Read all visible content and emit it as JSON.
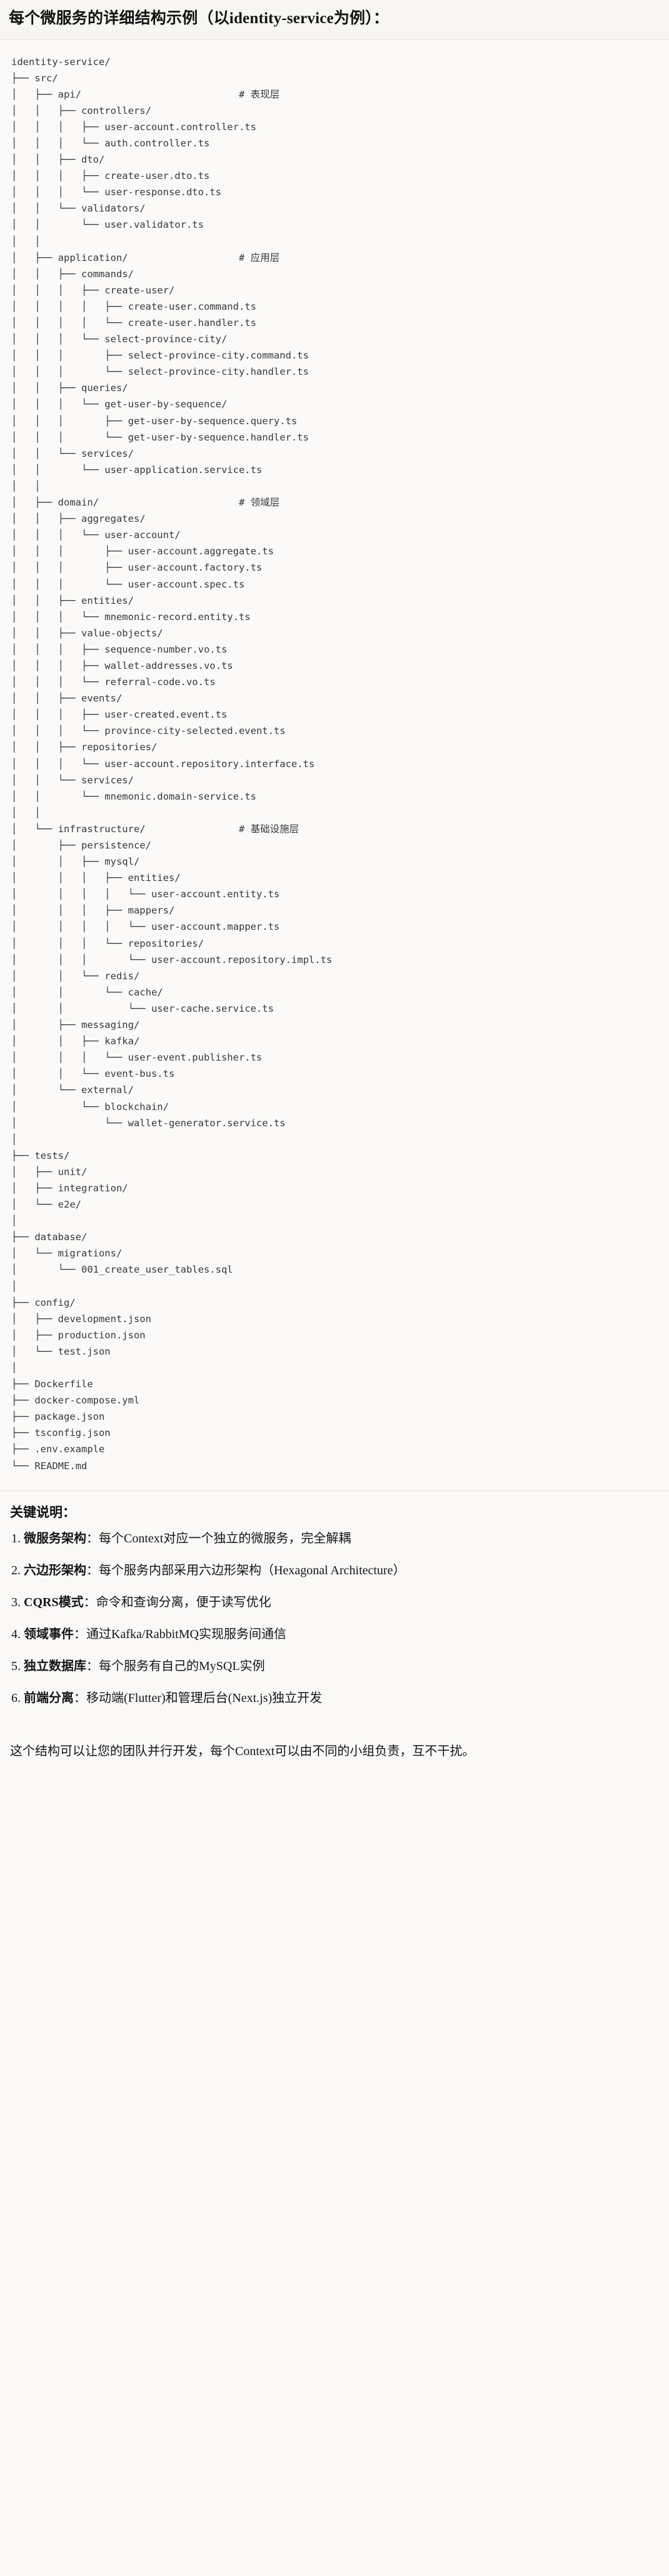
{
  "header": {
    "title": "每个微服务的详细结构示例（以identity-service为例）："
  },
  "tree": {
    "root": "identity-service/",
    "text": "identity-service/\n├── src/\n│   ├── api/                           # 表现层\n│   │   ├── controllers/\n│   │   │   ├── user-account.controller.ts\n│   │   │   └── auth.controller.ts\n│   │   ├── dto/\n│   │   │   ├── create-user.dto.ts\n│   │   │   └── user-response.dto.ts\n│   │   └── validators/\n│   │       └── user.validator.ts\n│   │\n│   ├── application/                   # 应用层\n│   │   ├── commands/\n│   │   │   ├── create-user/\n│   │   │   │   ├── create-user.command.ts\n│   │   │   │   └── create-user.handler.ts\n│   │   │   └── select-province-city/\n│   │   │       ├── select-province-city.command.ts\n│   │   │       └── select-province-city.handler.ts\n│   │   ├── queries/\n│   │   │   └── get-user-by-sequence/\n│   │   │       ├── get-user-by-sequence.query.ts\n│   │   │       └── get-user-by-sequence.handler.ts\n│   │   └── services/\n│   │       └── user-application.service.ts\n│   │\n│   ├── domain/                        # 领域层\n│   │   ├── aggregates/\n│   │   │   └── user-account/\n│   │   │       ├── user-account.aggregate.ts\n│   │   │       ├── user-account.factory.ts\n│   │   │       └── user-account.spec.ts\n│   │   ├── entities/\n│   │   │   └── mnemonic-record.entity.ts\n│   │   ├── value-objects/\n│   │   │   ├── sequence-number.vo.ts\n│   │   │   ├── wallet-addresses.vo.ts\n│   │   │   └── referral-code.vo.ts\n│   │   ├── events/\n│   │   │   ├── user-created.event.ts\n│   │   │   └── province-city-selected.event.ts\n│   │   ├── repositories/\n│   │   │   └── user-account.repository.interface.ts\n│   │   └── services/\n│   │       └── mnemonic.domain-service.ts\n│   │\n│   └── infrastructure/                # 基础设施层\n│       ├── persistence/\n│       │   ├── mysql/\n│       │   │   ├── entities/\n│       │   │   │   └── user-account.entity.ts\n│       │   │   ├── mappers/\n│       │   │   │   └── user-account.mapper.ts\n│       │   │   └── repositories/\n│       │   │       └── user-account.repository.impl.ts\n│       │   └── redis/\n│       │       └── cache/\n│       │           └── user-cache.service.ts\n│       ├── messaging/\n│       │   ├── kafka/\n│       │   │   └── user-event.publisher.ts\n│       │   └── event-bus.ts\n│       └── external/\n│           └── blockchain/\n│               └── wallet-generator.service.ts\n│\n├── tests/\n│   ├── unit/\n│   ├── integration/\n│   └── e2e/\n│\n├── database/\n│   └── migrations/\n│       └── 001_create_user_tables.sql\n│\n├── config/\n│   ├── development.json\n│   ├── production.json\n│   └── test.json\n│\n├── Dockerfile\n├── docker-compose.yml\n├── package.json\n├── tsconfig.json\n├── .env.example\n└── README.md",
    "comments": [
      {
        "label": "# 表现层",
        "attached_to": "api/"
      },
      {
        "label": "# 应用层",
        "attached_to": "application/"
      },
      {
        "label": "# 领域层",
        "attached_to": "domain/"
      },
      {
        "label": "# 基础设施层",
        "attached_to": "infrastructure/"
      }
    ]
  },
  "notes": {
    "heading": "关键说明：",
    "items": [
      {
        "term": "微服务架构",
        "sep": "：",
        "desc": "每个Context对应一个独立的微服务，完全解耦"
      },
      {
        "term": "六边形架构",
        "sep": "：",
        "desc": "每个服务内部采用六边形架构（Hexagonal Architecture）"
      },
      {
        "term": "CQRS模式",
        "sep": "：",
        "desc": "命令和查询分离，便于读写优化"
      },
      {
        "term": "领域事件",
        "sep": "：",
        "desc": "通过Kafka/RabbitMQ实现服务间通信"
      },
      {
        "term": "独立数据库",
        "sep": "：",
        "desc": "每个服务有自己的MySQL实例"
      },
      {
        "term": "前端分离",
        "sep": "：",
        "desc": "移动端(Flutter)和管理后台(Next.js)独立开发"
      }
    ],
    "closing": "这个结构可以让您的团队并行开发，每个Context可以由不同的小组负责，互不干扰。"
  },
  "colors": {
    "page_background": "#faf9f7",
    "code_background": "#fbfaf8",
    "header_background": "#f7f6f2",
    "text": "#1a1a1a",
    "code_text": "#33383d",
    "divider": "#e2e0da"
  }
}
